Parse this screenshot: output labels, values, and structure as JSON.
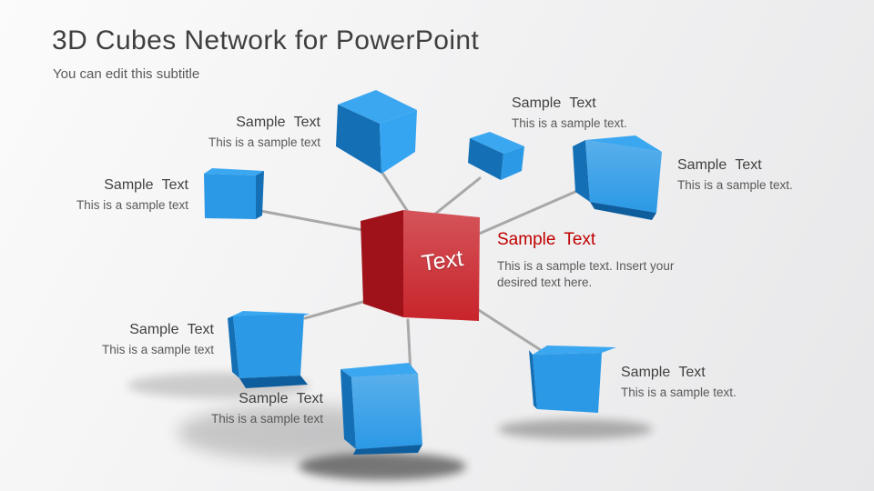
{
  "slide": {
    "title": "3D Cubes Network for PowerPoint",
    "subtitle": "You can edit this subtitle"
  },
  "nodes": {
    "top_left": {
      "heading": "Sample Text",
      "body": "This is a sample text"
    },
    "left": {
      "heading": "Sample Text",
      "body": "This is a sample text"
    },
    "top_middle": {
      "heading": "Sample Text",
      "body": "This is a sample text."
    },
    "right": {
      "heading": "Sample Text",
      "body": "This is a sample text."
    },
    "bottom_right": {
      "heading": "Sample Text",
      "body": "This is a sample text."
    },
    "bottom_center": {
      "heading": "Sample Text",
      "body": "This is a sample text"
    },
    "bottom_left": {
      "heading": "Sample Text",
      "body": "This is a sample text"
    }
  },
  "center": {
    "cube_label": "Text",
    "heading": "Sample Text",
    "body": "This is a sample text. Insert your desired text here."
  },
  "colors": {
    "accent_red": "#c00000",
    "red_front": "#c8242b",
    "red_side": "#a0121a",
    "blue_front": "#2b99e6",
    "blue_bright": "#35a5f2",
    "blue_top": "#3ba7f0",
    "blue_side": "#146fb4",
    "blue_deep": "#0e5e9e",
    "connector": "#a8a8a8",
    "title_text": "#3f3f3f",
    "body_text": "#595959"
  }
}
